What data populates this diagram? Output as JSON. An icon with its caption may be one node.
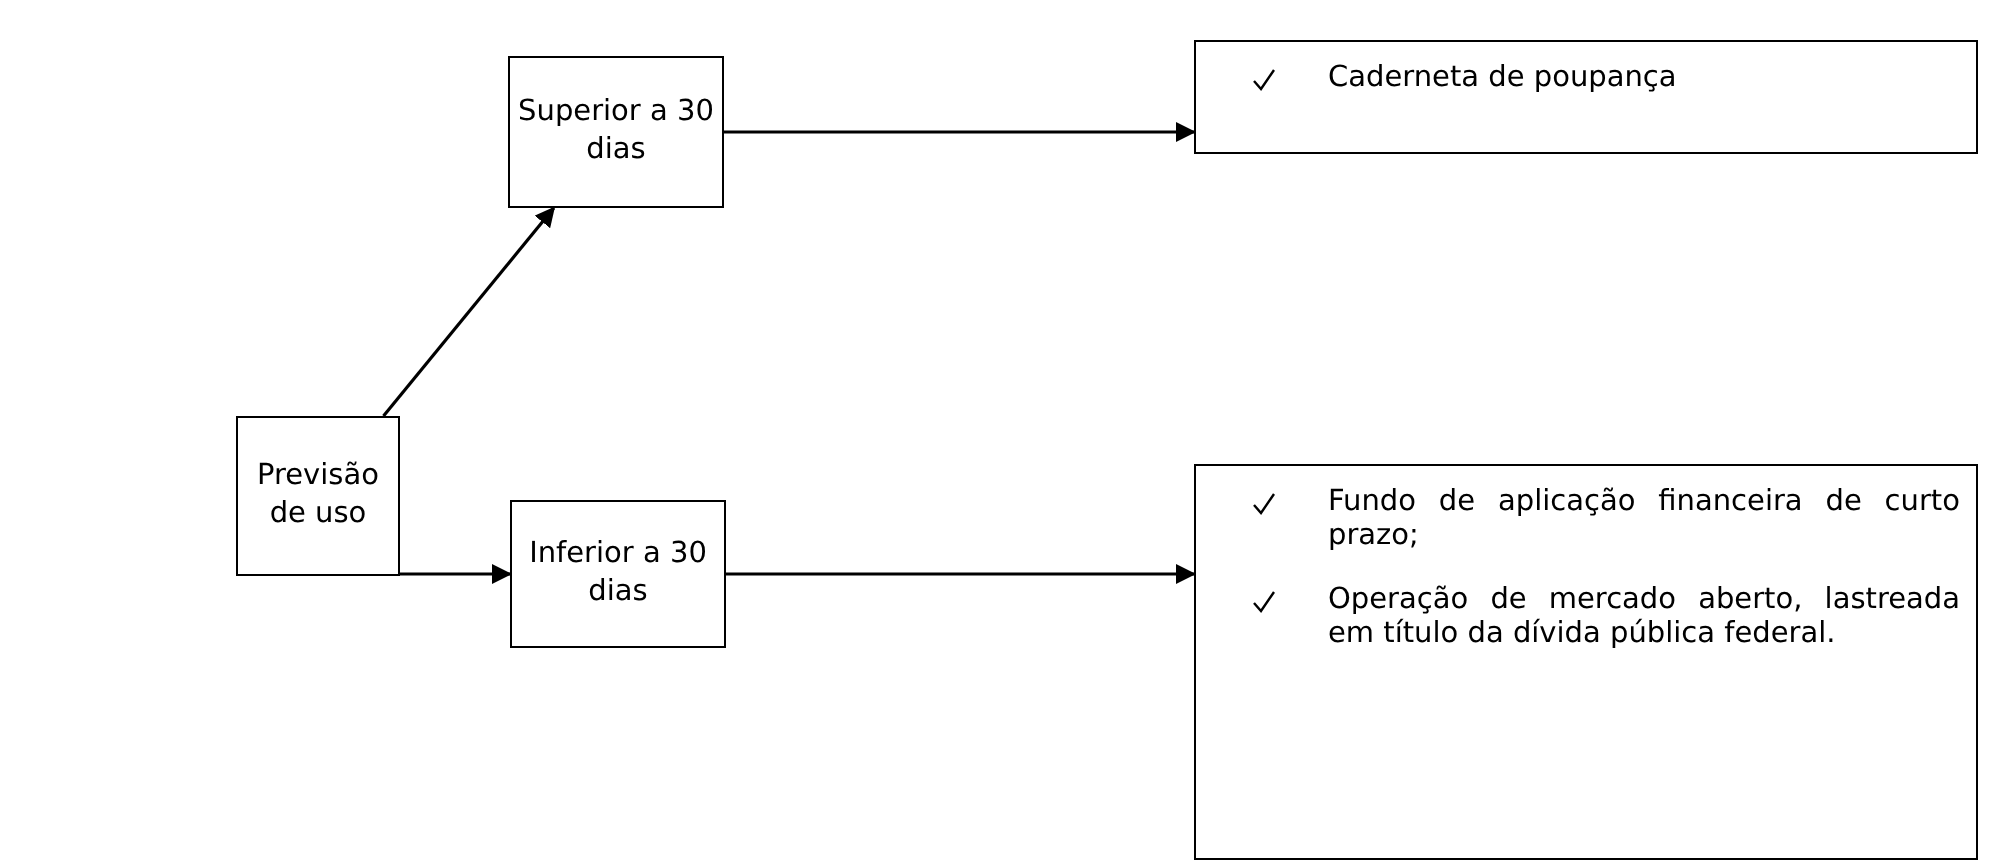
{
  "diagram": {
    "nodes": [
      {
        "text": [
          "Previsão de uso"
        ]
      },
      {
        "text": [
          "Superior a 30 dias"
        ]
      },
      {
        "text": [
          "Inferior a 30 dias"
        ]
      },
      {
        "text": [
          "Caderneta de poupança"
        ]
      },
      {
        "text": [
          "Fundo de aplicação financeira de curto prazo;",
          "Operação de mercado aberto, lastreada em título da dívida pública federal."
        ]
      }
    ],
    "edges": [
      {
        "from": 0,
        "to": 1,
        "arrow": "to"
      },
      {
        "from": 0,
        "to": 2,
        "arrow": "to"
      },
      {
        "from": 1,
        "to": 3,
        "arrow": "to"
      },
      {
        "from": 2,
        "to": 4,
        "arrow": "to"
      }
    ]
  }
}
